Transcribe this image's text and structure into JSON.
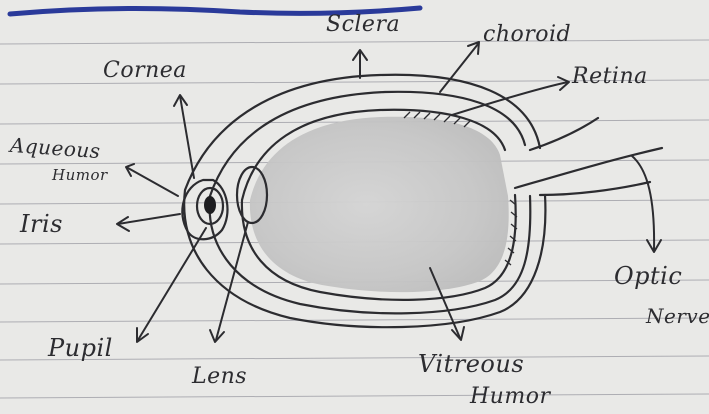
{
  "diagram": {
    "labels": {
      "sclera": "Sclera",
      "choroid": "choroid",
      "cornea": "Cornea",
      "retina": "Retina",
      "aqueous_1": "Aqueous",
      "aqueous_2": "Humor",
      "iris": "Iris",
      "optic_1": "Optic",
      "optic_2": "Nerve",
      "pupil": "Pupil",
      "lens": "Lens",
      "vitreous_1": "Vitreous",
      "vitreous_2": "Humor"
    }
  },
  "colors": {
    "paper": "#e9e9e7",
    "rule_lines": "#9a9aa2",
    "ink": "#2c2c30",
    "shading": "#c9c9c9",
    "top_ink": "#2a3a9a"
  }
}
